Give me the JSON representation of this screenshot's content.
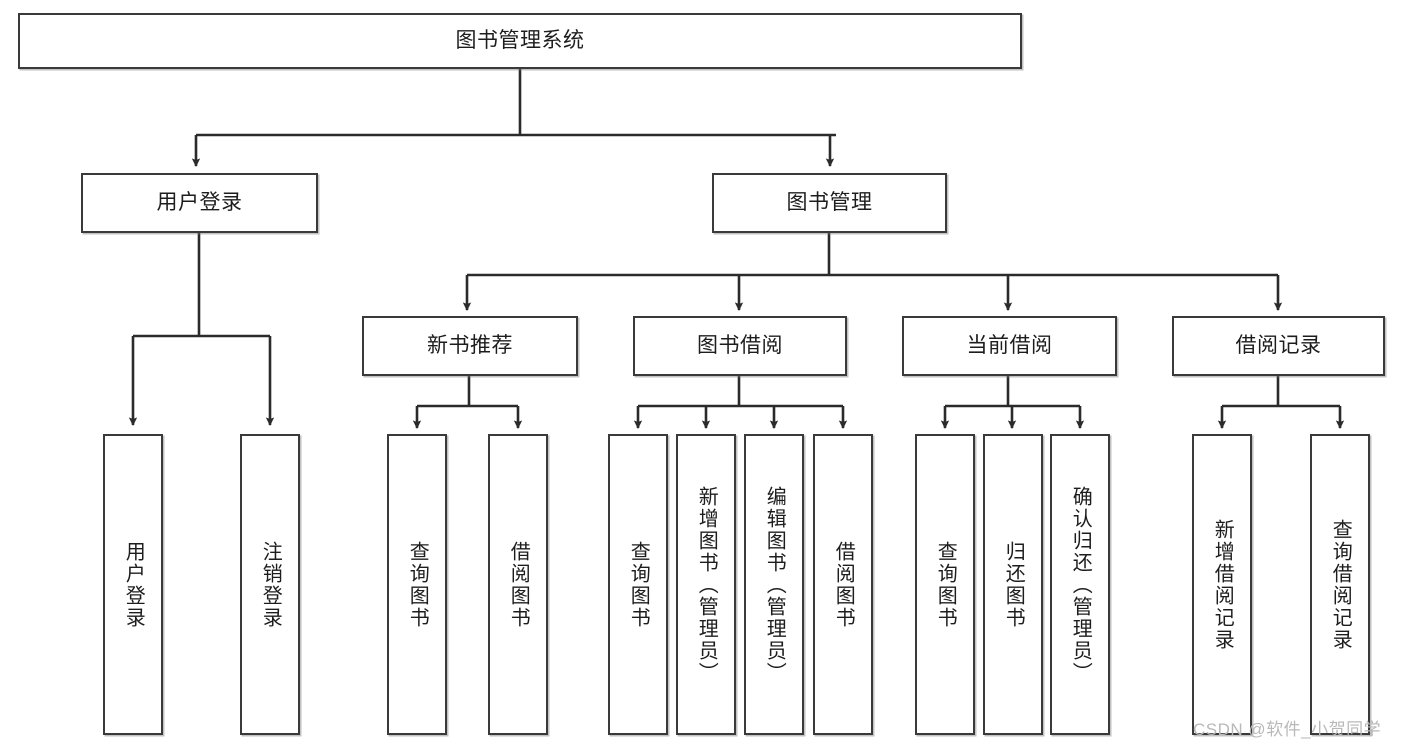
{
  "diagram": {
    "title": "图书管理系统",
    "type": "tree-hierarchy-diagram",
    "colors": {
      "box_border": "#3a3a3a",
      "box_fill": "#ffffff",
      "edge": "#2b2b2b",
      "text": "#1d1d1d",
      "watermark": "#b9b9b9",
      "background": "#ffffff"
    },
    "root": {
      "id": "root",
      "label": "图书管理系统"
    },
    "level2": [
      {
        "id": "user-login",
        "label": "用户登录"
      },
      {
        "id": "book-manage",
        "label": "图书管理"
      }
    ],
    "level3": [
      {
        "id": "new-book-rec",
        "label": "新书推荐"
      },
      {
        "id": "book-borrow",
        "label": "图书借阅"
      },
      {
        "id": "current-borrow",
        "label": "当前借阅"
      },
      {
        "id": "borrow-record",
        "label": "借阅记录"
      }
    ],
    "leaves": {
      "user_login": [
        {
          "id": "leaf-user-login",
          "label": "用户登录"
        },
        {
          "id": "leaf-logout-login",
          "label": "注销登录"
        }
      ],
      "new_book_rec": [
        {
          "id": "leaf-query-book-1",
          "label": "查询图书"
        },
        {
          "id": "leaf-borrow-book-1",
          "label": "借阅图书"
        }
      ],
      "book_borrow": [
        {
          "id": "leaf-query-book-2",
          "label": "查询图书"
        },
        {
          "id": "leaf-add-book",
          "label": "新增图书（管理员）"
        },
        {
          "id": "leaf-edit-book",
          "label": "编辑图书（管理员）"
        },
        {
          "id": "leaf-borrow-book-2",
          "label": "借阅图书"
        }
      ],
      "current_borrow": [
        {
          "id": "leaf-query-book-3",
          "label": "查询图书"
        },
        {
          "id": "leaf-return-book",
          "label": "归还图书"
        },
        {
          "id": "leaf-confirm-return",
          "label": "确认归还（管理员）"
        }
      ],
      "borrow_record": [
        {
          "id": "leaf-add-record",
          "label": "新增借阅记录"
        },
        {
          "id": "leaf-query-record",
          "label": "查询借阅记录"
        }
      ]
    }
  },
  "watermark": {
    "text": "CSDN @软件_小贺同学"
  }
}
